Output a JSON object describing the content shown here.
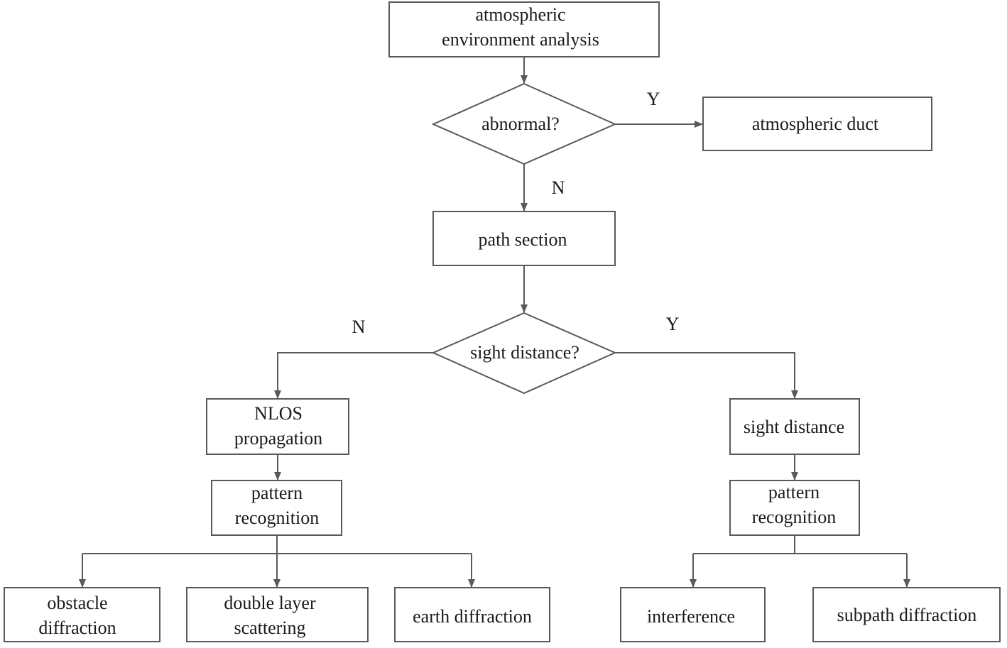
{
  "nodes": {
    "env_line1": "atmospheric",
    "env_line2": "environment analysis",
    "abnormal": "abnormal?",
    "duct": "atmospheric duct",
    "path": "path section",
    "sight_q": "sight distance?",
    "nlos_line1": "NLOS",
    "nlos_line2": "propagation",
    "pr_left_line1": "pattern",
    "pr_left_line2": "recognition",
    "sight": "sight distance",
    "pr_right_line1": "pattern",
    "pr_right_line2": "recognition",
    "obs_line1": "obstacle",
    "obs_line2": "diffraction",
    "dbl_line1": "double layer",
    "dbl_line2": "scattering",
    "earth": "earth diffraction",
    "interf": "interference",
    "subpath": "subpath diffraction"
  },
  "edge_labels": {
    "abnormal_yes": "Y",
    "abnormal_no": "N",
    "sight_no": "N",
    "sight_yes": "Y"
  }
}
